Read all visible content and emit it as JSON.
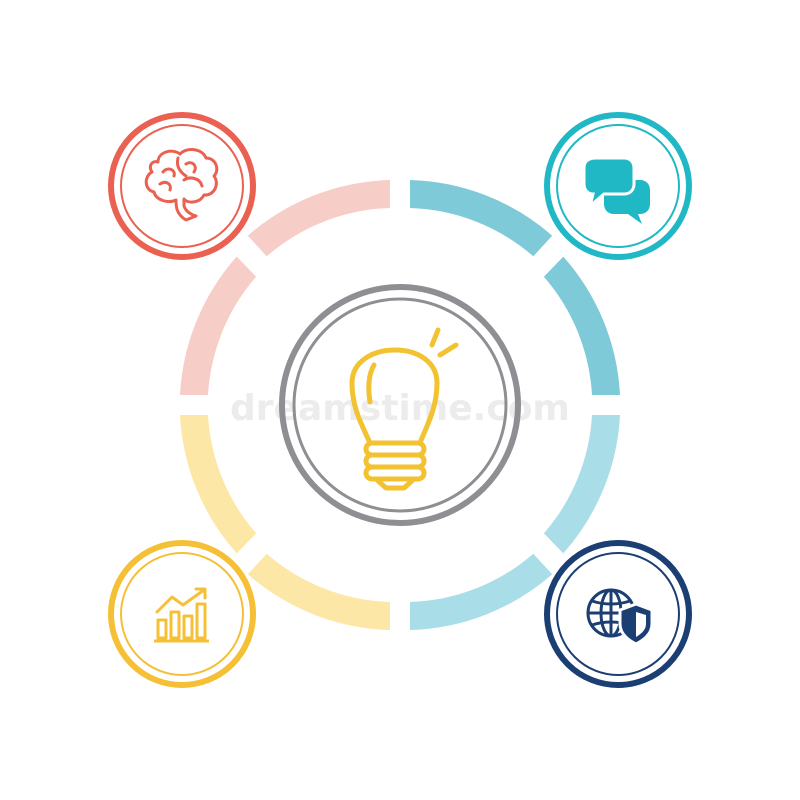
{
  "diagram": {
    "center": {
      "icon": "lightbulb-icon",
      "ring_color": "#8e8e93",
      "icon_color": "#f2c230"
    },
    "ring_segments": [
      {
        "position": "top-left-upper",
        "color": "#f7cdc8"
      },
      {
        "position": "top-left-lower",
        "color": "#f7cdc8"
      },
      {
        "position": "top-right-upper",
        "color": "#7fcad9"
      },
      {
        "position": "top-right-lower",
        "color": "#7fcad9"
      },
      {
        "position": "bottom-right-upper",
        "color": "#a9dde8"
      },
      {
        "position": "bottom-right-lower",
        "color": "#a9dde8"
      },
      {
        "position": "bottom-left-upper",
        "color": "#fde7a6"
      },
      {
        "position": "bottom-left-lower",
        "color": "#fde7a6"
      }
    ],
    "nodes": [
      {
        "position": "top-left",
        "icon": "brain-icon",
        "color": "#ea6152"
      },
      {
        "position": "top-right",
        "icon": "chat-bubbles-icon",
        "color": "#21b8c6"
      },
      {
        "position": "bottom-left",
        "icon": "growth-chart-icon",
        "color": "#f5c036"
      },
      {
        "position": "bottom-right",
        "icon": "globe-shield-icon",
        "color": "#1b3f72"
      }
    ]
  },
  "watermark": {
    "text": "dreamstime.com",
    "color": "#ececec"
  }
}
